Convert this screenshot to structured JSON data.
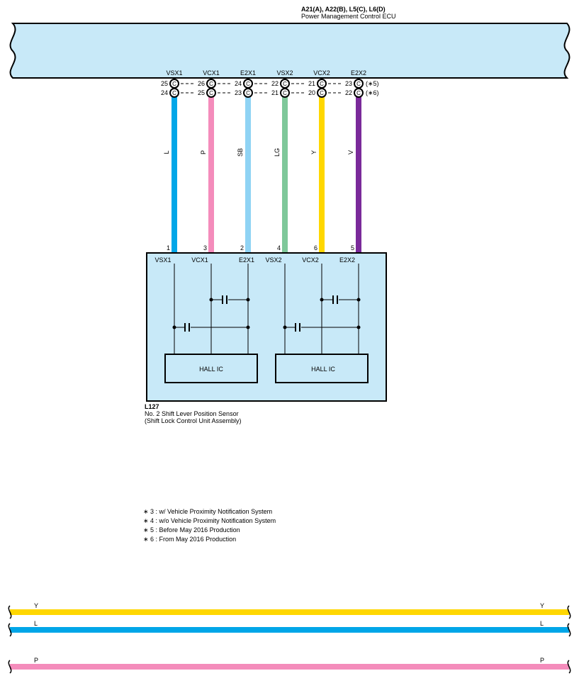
{
  "ecu": {
    "connectors": "A21(A), A22(B), L5(C), L6(D)",
    "name": "Power Management Control ECU"
  },
  "ecu_pins": [
    {
      "name": "VSX1",
      "pin_top": "25",
      "pin_bot": "24",
      "connector": "C",
      "wire": "L",
      "sensor_pin": "1",
      "color": "#00a6e8"
    },
    {
      "name": "VCX1",
      "pin_top": "26",
      "pin_bot": "25",
      "connector": "C",
      "wire": "P",
      "sensor_pin": "3",
      "color": "#f48cbb"
    },
    {
      "name": "E2X1",
      "pin_top": "24",
      "pin_bot": "23",
      "connector": "C",
      "wire": "SB",
      "sensor_pin": "2",
      "color": "#8fd3f4"
    },
    {
      "name": "VSX2",
      "pin_top": "22",
      "pin_bot": "21",
      "connector": "C",
      "wire": "LG",
      "sensor_pin": "4",
      "color": "#7fc89a"
    },
    {
      "name": "VCX2",
      "pin_top": "21",
      "pin_bot": "20",
      "connector": "C",
      "wire": "Y",
      "sensor_pin": "6",
      "color": "#ffd700"
    },
    {
      "name": "E2X2",
      "pin_top": "23",
      "pin_bot": "22",
      "connector": "C",
      "wire": "V",
      "sensor_pin": "5",
      "color": "#7a2a9a"
    }
  ],
  "variants": {
    "top": "(∗5)",
    "bottom": "(∗6)"
  },
  "sensor": {
    "code": "L127",
    "name_line1": "No.  2 Shift Lever Position Sensor",
    "name_line2": "(Shift Lock Control Unit Assembly)",
    "pins": [
      "VSX1",
      "VCX1",
      "E2X1",
      "VSX2",
      "VCX2",
      "E2X2"
    ],
    "hall_ic_1": "HALL IC",
    "hall_ic_2": "HALL IC"
  },
  "notes": [
    "∗ 3 : w/ Vehicle Proximity Notification System",
    "∗ 4 : w/o Vehicle Proximity Notification System",
    "∗ 5 : Before May 2016 Production",
    "∗ 6 : From May 2016 Production"
  ],
  "bottom_wires": [
    {
      "label": "Y",
      "color": "#ffd700"
    },
    {
      "label": "L",
      "color": "#00a6e8"
    },
    {
      "label": "P",
      "color": "#f48cbb"
    }
  ],
  "colors": {
    "ecu_fill": "#c8e9f8",
    "sensor_fill": "#c8e9f8",
    "line": "#000000"
  }
}
